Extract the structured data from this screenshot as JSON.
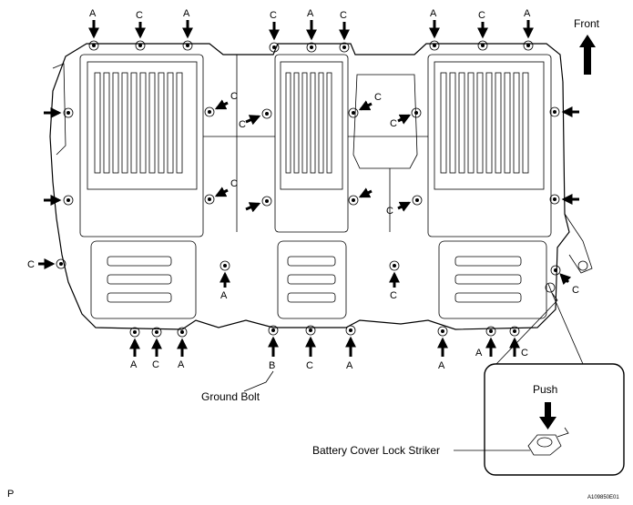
{
  "labels": {
    "front": "Front",
    "ground_bolt": "Ground Bolt",
    "push": "Push",
    "lock_striker": "Battery Cover Lock Striker",
    "page_letter": "P",
    "figure_id": "A109850E01"
  },
  "bolt_letters": {
    "a": "A",
    "b": "B",
    "c": "C"
  }
}
